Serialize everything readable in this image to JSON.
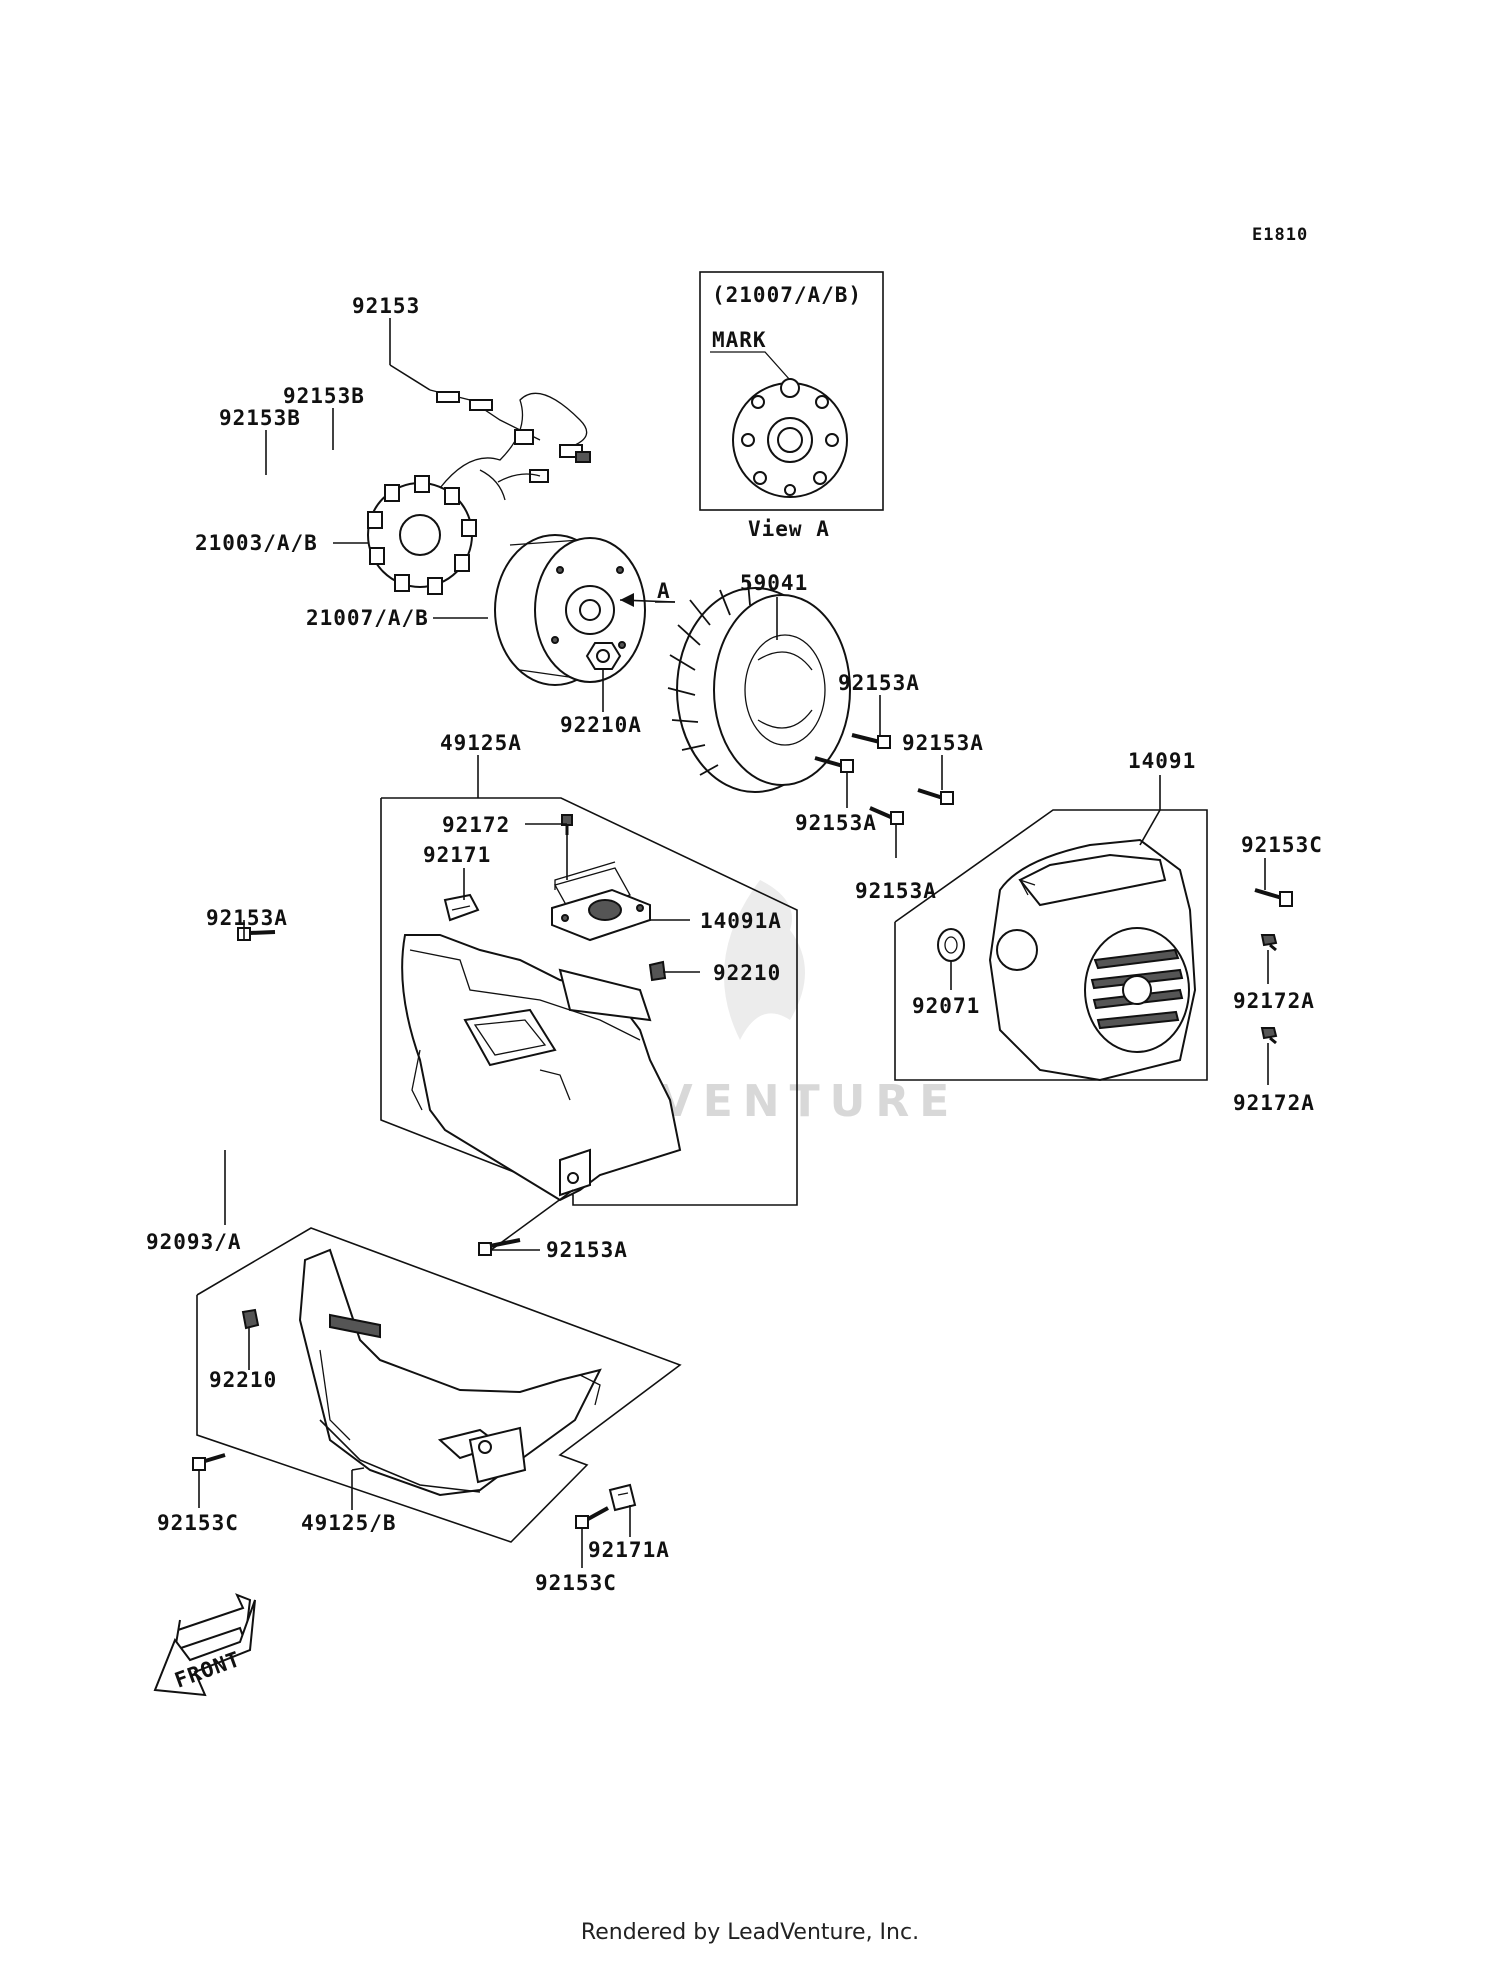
{
  "diagram_code": "E1810",
  "view_box_title": "(21007/A/B)",
  "view_box_mark": "MARK",
  "view_box_caption": "View A",
  "view_arrow_label": "A",
  "front_label": "FRONT",
  "watermark": "LEADVENTURE",
  "footer": "Rendered by LeadVenture, Inc.",
  "labels": {
    "p92153": "92153",
    "p92153B_1": "92153B",
    "p92153B_2": "92153B",
    "p21003": "21003/A/B",
    "p21007": "21007/A/B",
    "p59041": "59041",
    "p92210A": "92210A",
    "p92153A_1": "92153A",
    "p92153A_2": "92153A",
    "p92153A_3": "92153A",
    "p92153A_4": "92153A",
    "p49125A": "49125A",
    "p92172": "92172",
    "p92171": "92171",
    "p14091A": "14091A",
    "p92210_1": "92210",
    "p14091": "14091",
    "p92153C_1": "92153C",
    "p92071": "92071",
    "p92172A_1": "92172A",
    "p92172A_2": "92172A",
    "p92153A_5": "92153A",
    "p92093": "92093/A",
    "p92153A_6": "92153A",
    "p92210_2": "92210",
    "p92153C_2": "92153C",
    "p49125B": "49125/B",
    "p92171A": "92171A",
    "p92153C_3": "92153C"
  }
}
